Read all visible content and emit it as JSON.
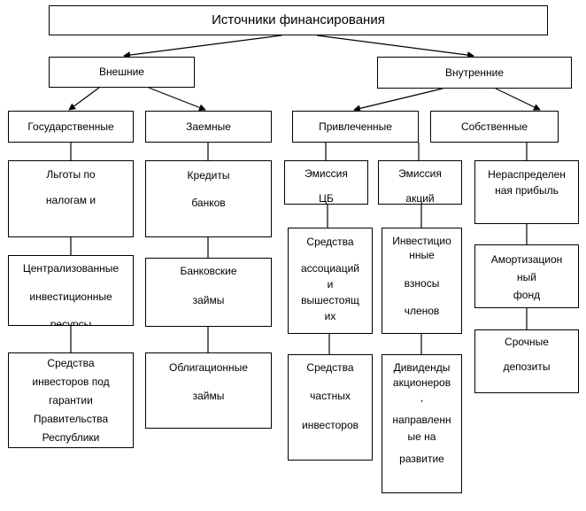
{
  "title": "Источники финансирования",
  "level1": {
    "external": "Внешние",
    "internal": "Внутренние"
  },
  "level2": {
    "state": "Государственные",
    "borrowed": "Заемные",
    "attracted": "Привлеченные",
    "own": "Собственные"
  },
  "state_items": [
    {
      "lines": [
        "Льготы по",
        "налогам и"
      ]
    },
    {
      "lines": [
        "Централизованные",
        "инвестиционные",
        "ресурсы"
      ]
    },
    {
      "lines": [
        "Средства",
        "инвесторов под",
        "гарантии",
        "Правительства",
        "Республики"
      ]
    }
  ],
  "borrowed_items": [
    {
      "lines": [
        "Кредиты",
        "банков"
      ]
    },
    {
      "lines": [
        "Банковские",
        "займы"
      ]
    },
    {
      "lines": [
        "Облигационные",
        "займы"
      ]
    }
  ],
  "attracted_left_items": [
    {
      "lines": [
        "Эмиссия",
        "ЦБ"
      ]
    },
    {
      "lines": [
        "Средства",
        "ассоциаций",
        "и",
        "вышестоящ",
        "их"
      ]
    },
    {
      "lines": [
        "Средства",
        "частных",
        "инвесторов"
      ]
    }
  ],
  "attracted_right_items": [
    {
      "lines": [
        "Эмиссия",
        "акций"
      ]
    },
    {
      "lines": [
        "Инвестицио",
        "нные",
        "взносы",
        "членов"
      ]
    },
    {
      "lines": [
        "Дивиденды",
        "акционеров",
        ",",
        "направленн",
        "ые на",
        "развитие"
      ]
    }
  ],
  "own_items": [
    {
      "lines": [
        "Нераспределен",
        "ная прибыль"
      ]
    },
    {
      "lines": [
        "Амортизацион",
        "ный",
        "фонд"
      ]
    },
    {
      "lines": [
        "Срочные",
        "депозиты"
      ]
    }
  ]
}
